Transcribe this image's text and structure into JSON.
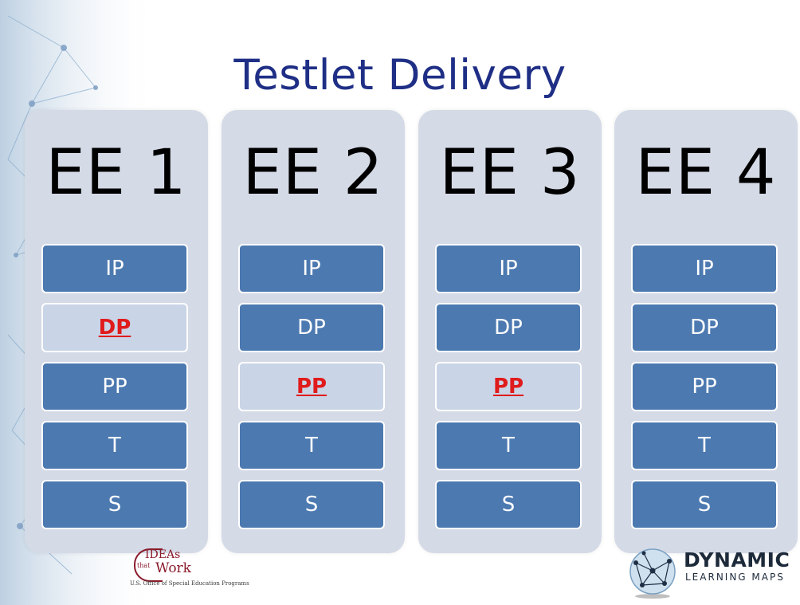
{
  "title": "Testlet Delivery",
  "columns": [
    {
      "header": "EE 1",
      "cells": [
        "IP",
        "DP",
        "PP",
        "T",
        "S"
      ],
      "highlight": "DP"
    },
    {
      "header": "EE 2",
      "cells": [
        "IP",
        "DP",
        "PP",
        "T",
        "S"
      ],
      "highlight": "PP"
    },
    {
      "header": "EE 3",
      "cells": [
        "IP",
        "DP",
        "PP",
        "T",
        "S"
      ],
      "highlight": "PP"
    },
    {
      "header": "EE 4",
      "cells": [
        "IP",
        "DP",
        "PP",
        "T",
        "S"
      ],
      "highlight": ""
    }
  ],
  "logos": {
    "ideas": {
      "ideas": "IDEAs",
      "that": "that",
      "work": "Work",
      "office": "U.S. Office of Special Education Programs"
    },
    "dlm": {
      "line1": "DYNAMIC",
      "line2": "LEARNING MAPS"
    }
  },
  "colors": {
    "title": "#1f2f86",
    "column_bg": "#d4dae6",
    "cell": "#4c79b0",
    "cell_highlight": "#c9d4e6",
    "highlight_text": "#e01b1b"
  }
}
